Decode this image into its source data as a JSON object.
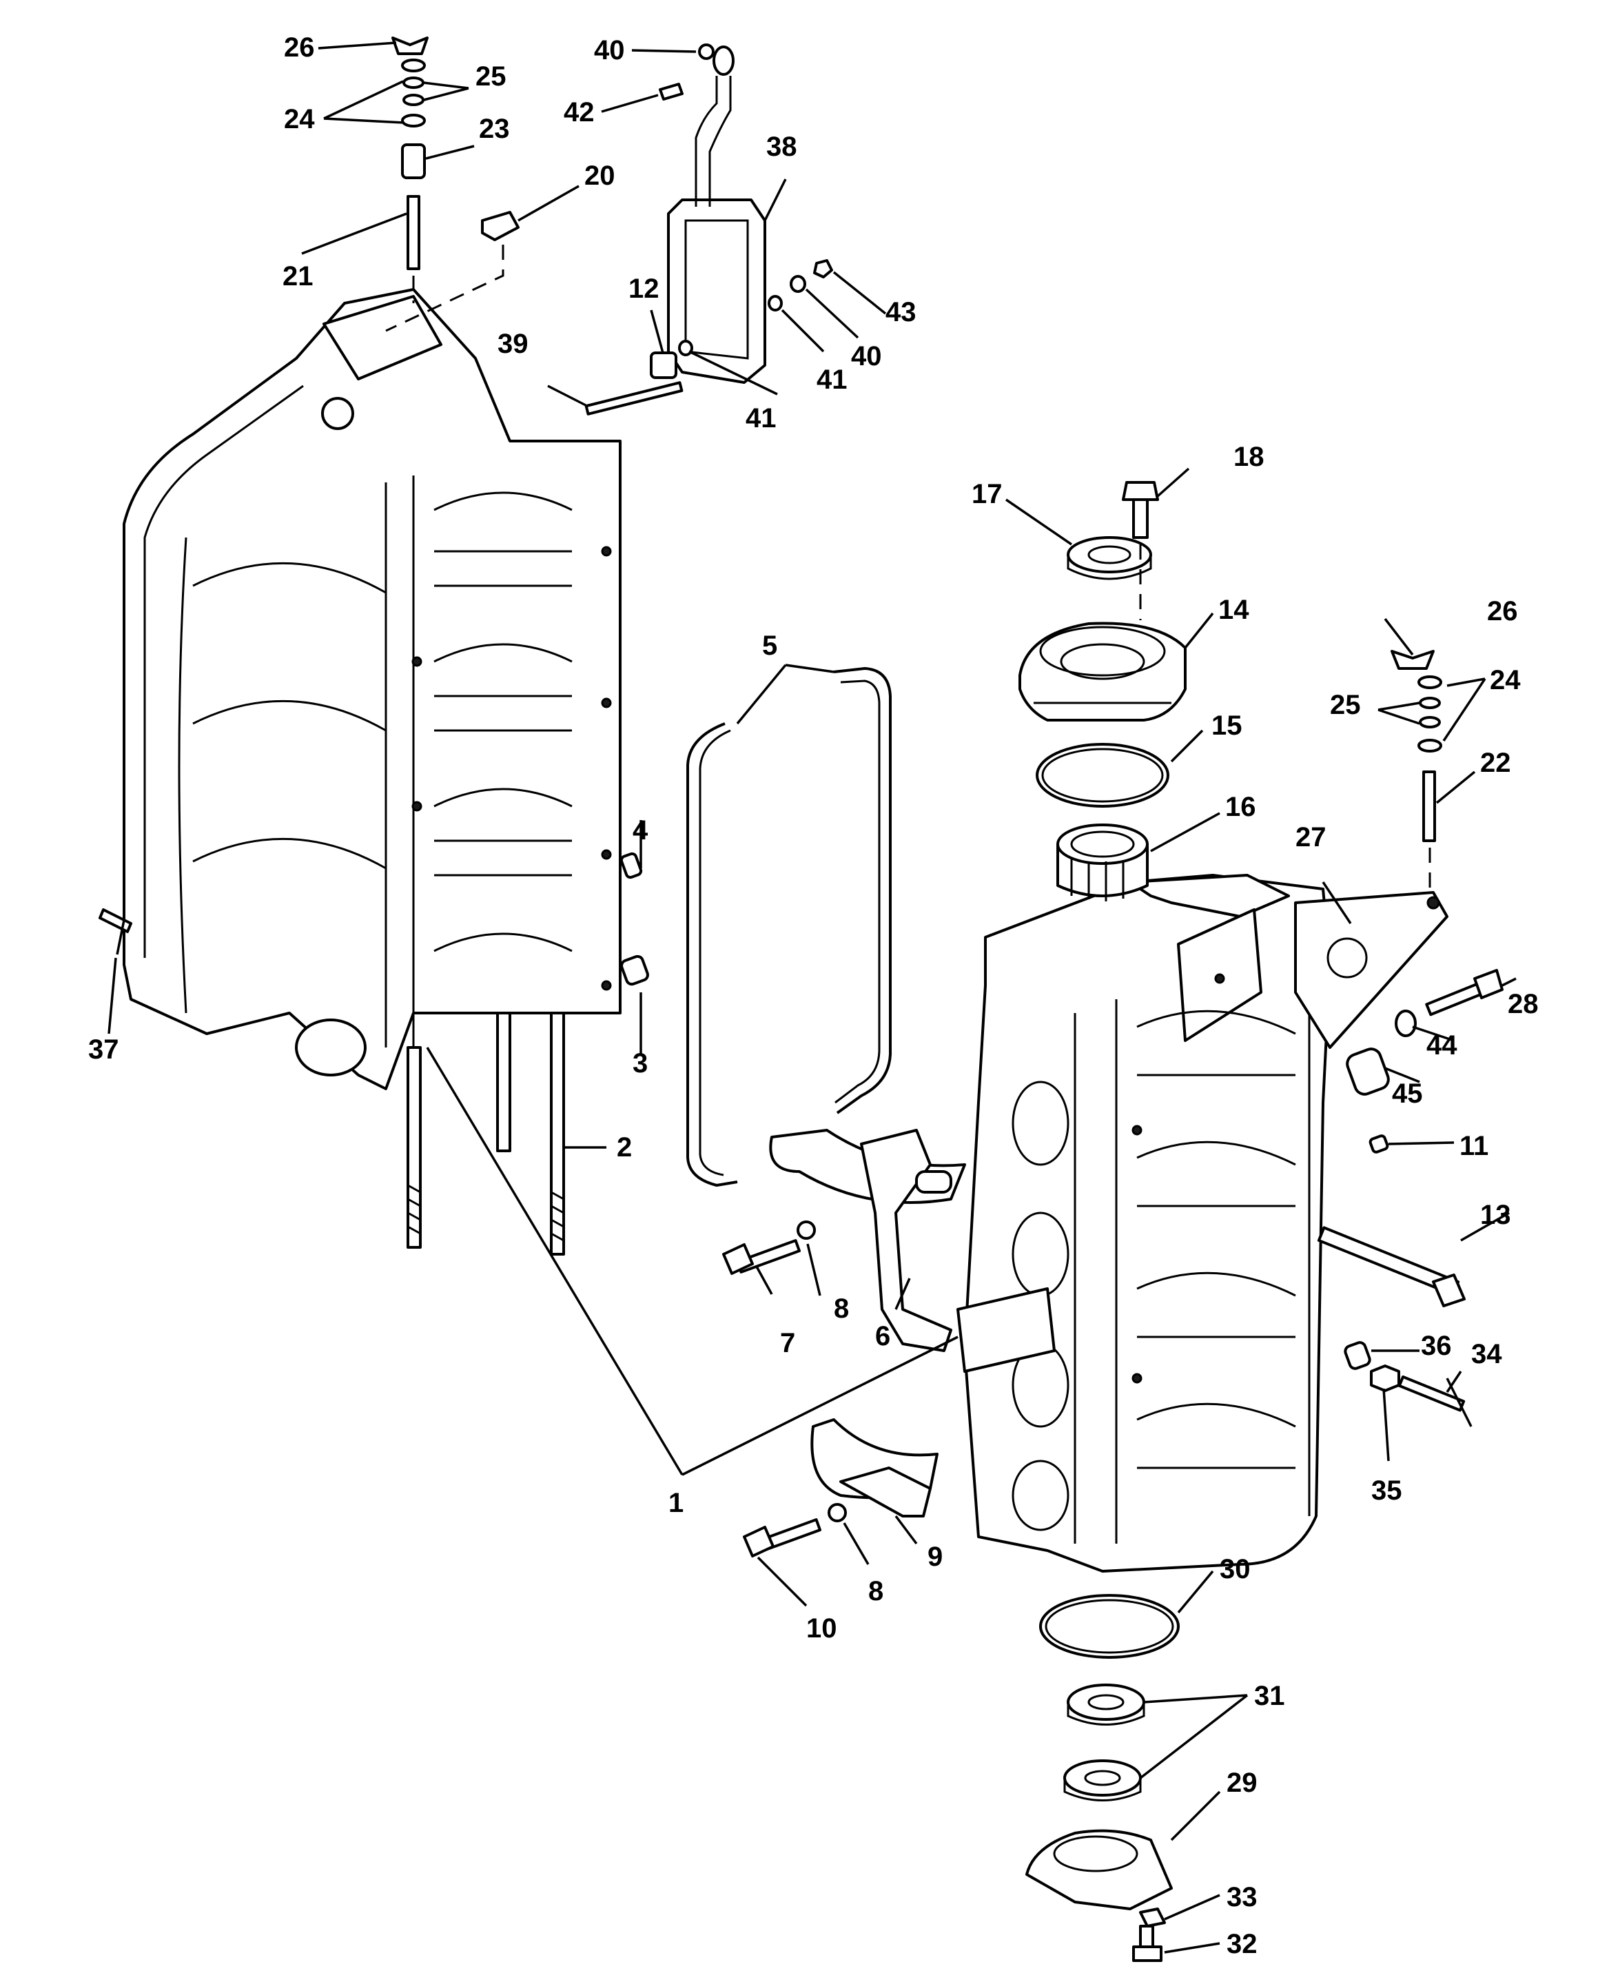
{
  "diagram": {
    "style": "exploded-parts line drawing",
    "ink_color": "#000000",
    "paper_color": "#ffffff",
    "callouts": {
      "c1": "1",
      "c2": "2",
      "c3": "3",
      "c4": "4",
      "c5": "5",
      "c6": "6",
      "c7": "7",
      "c8a": "8",
      "c8b": "8",
      "c9": "9",
      "c10": "10",
      "c11": "11",
      "c12": "12",
      "c13": "13",
      "c14": "14",
      "c15": "15",
      "c16": "16",
      "c17": "17",
      "c18": "18",
      "c20": "20",
      "c21": "21",
      "c22": "22",
      "c23": "23",
      "c24a": "24",
      "c24b": "24",
      "c25a": "25",
      "c25b": "25",
      "c26a": "26",
      "c26b": "26",
      "c27": "27",
      "c28": "28",
      "c29": "29",
      "c30": "30",
      "c31": "31",
      "c32": "32",
      "c33": "33",
      "c34": "34",
      "c35": "35",
      "c36": "36",
      "c37": "37",
      "c38": "38",
      "c39": "39",
      "c40a": "40",
      "c40b": "40",
      "c41a": "41",
      "c41b": "41",
      "c42": "42",
      "c43": "43",
      "c44": "44",
      "c45": "45"
    }
  }
}
